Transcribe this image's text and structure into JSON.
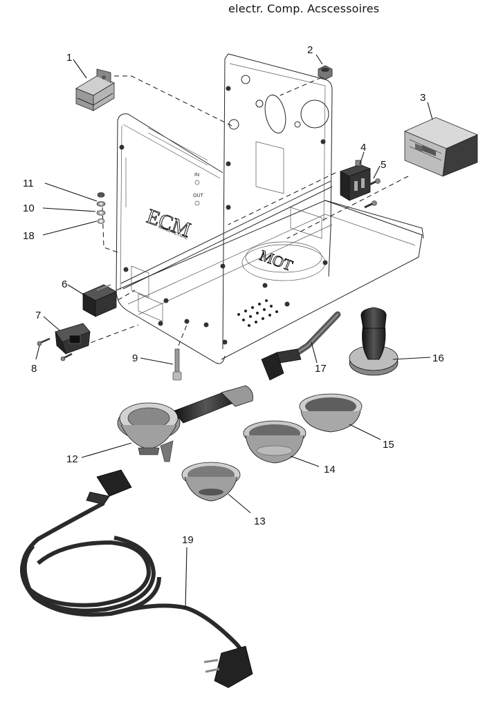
{
  "title": "electr. Comp.  Acscessoires",
  "colors": {
    "part_dark": "#2a2a2a",
    "part_mid": "#6d6d6d",
    "part_light": "#bdbdbd",
    "line": "#111111"
  },
  "labels": [
    "1",
    "2",
    "3",
    "4",
    "5",
    "6",
    "7",
    "8",
    "9",
    "10",
    "11",
    "12",
    "13",
    "14",
    "15",
    "16",
    "17",
    "18",
    "19"
  ],
  "logo": {
    "ecm": "ECM",
    "ecm_sub": "MANUFACTURE",
    "mot": "MOT"
  },
  "frame_labels": {
    "in": "IN",
    "out": "OUT"
  }
}
